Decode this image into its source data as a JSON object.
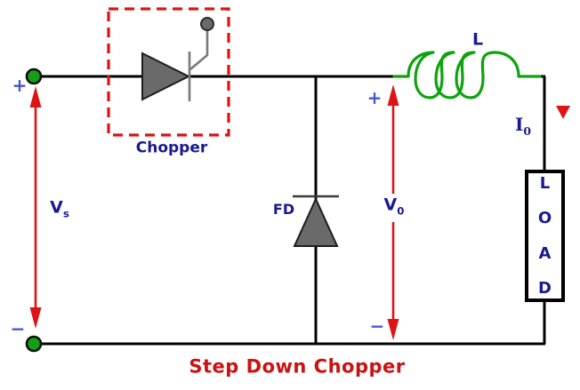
{
  "diagram": {
    "caption": "Step Down Chopper",
    "labels": {
      "chopper": "Chopper",
      "freewheeling_diode": "FD",
      "inductor": "L",
      "source_voltage": {
        "base": "V",
        "sub": "s"
      },
      "output_voltage": {
        "base": "V",
        "sub": "0"
      },
      "output_current": {
        "base": "I",
        "sub": "0"
      },
      "plus": "+",
      "minus": "−"
    },
    "load": {
      "letters": [
        "L",
        "O",
        "A",
        "D"
      ]
    },
    "colors": {
      "wire": "#000000",
      "arrow_red": "#DD1414",
      "dashed_box_red": "#E01111",
      "caption_red": "#CC1111",
      "label_navy": "#191992",
      "polarity_blue": "#4455CC",
      "component_gray": "#6A6A6A",
      "inductor_green": "#0EA30E",
      "terminal_green": "#14A014"
    }
  }
}
